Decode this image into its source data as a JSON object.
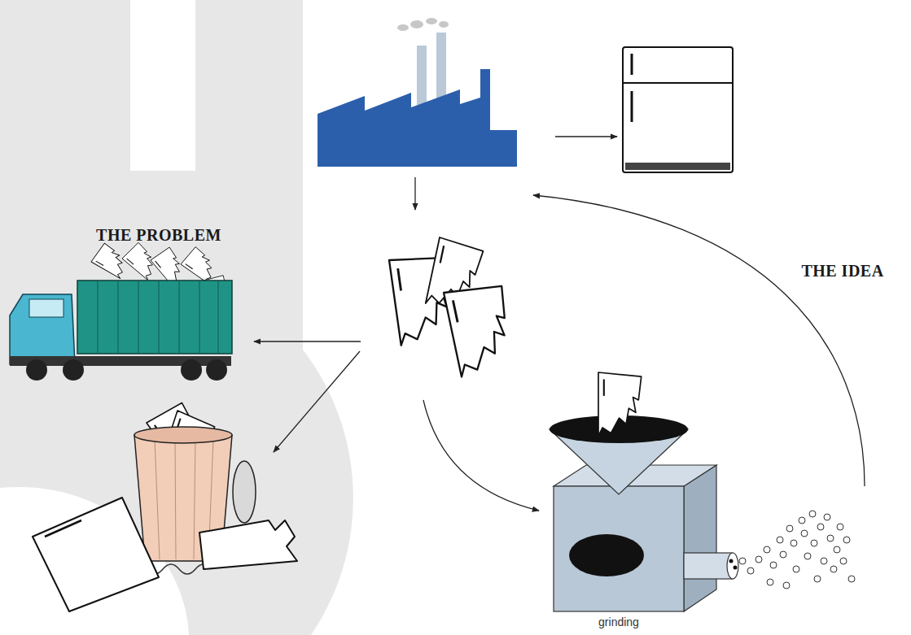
{
  "diagram": {
    "nodes": [
      {
        "text": [
          "THE PROBLEM"
        ]
      },
      {
        "text": [
          "grinding"
        ]
      }
    ],
    "labels": [
      "THE IDEA"
    ]
  }
}
